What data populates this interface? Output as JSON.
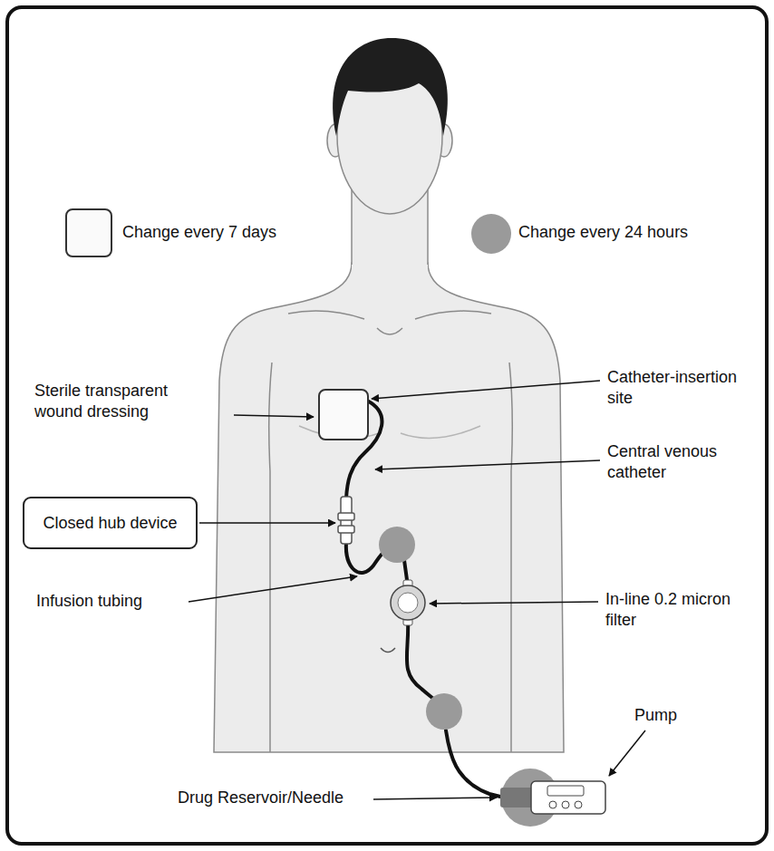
{
  "diagram": {
    "nodes": [
      {
        "text": [
          "Closed hub device"
        ]
      }
    ],
    "labels": [
      "Sterile transparent wound dressing",
      "Catheter-insertion site",
      "Central venous catheter",
      "Infusion tubing",
      "In-line 0.2 micron filter",
      "Pump",
      "Drug Reservoir/Needle"
    ],
    "legend": [
      {
        "text": "Change every 7 days"
      },
      {
        "text": "Change every 24 hours",
        "color": "#9a9a9a"
      }
    ]
  }
}
